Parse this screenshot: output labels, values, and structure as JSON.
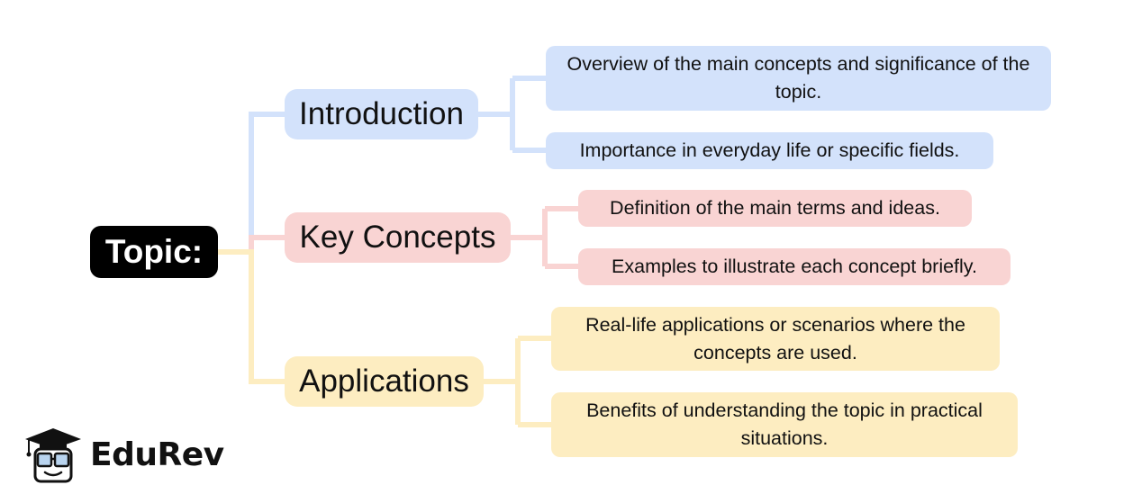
{
  "root": {
    "label": "Topic:"
  },
  "branches": [
    {
      "label": "Introduction",
      "color": "#d3e2fb",
      "children": [
        "Overview of the main concepts and significance of the topic.",
        "Importance in everyday life or specific fields."
      ]
    },
    {
      "label": "Key Concepts",
      "color": "#f9d4d3",
      "children": [
        "Definition of the main terms and ideas.",
        "Examples to illustrate each concept briefly."
      ]
    },
    {
      "label": "Applications",
      "color": "#fdedc1",
      "children": [
        "Real-life applications or scenarios where the concepts are used.",
        "Benefits of understanding the topic in practical situations."
      ]
    }
  ],
  "branding": {
    "logo_text": "EduRev",
    "logo_icon": "graduate-face-icon"
  },
  "colors": {
    "root_bg": "#000000",
    "root_text": "#ffffff",
    "blue": "#d3e2fb",
    "pink": "#f9d4d3",
    "yellow": "#fdedc1"
  }
}
